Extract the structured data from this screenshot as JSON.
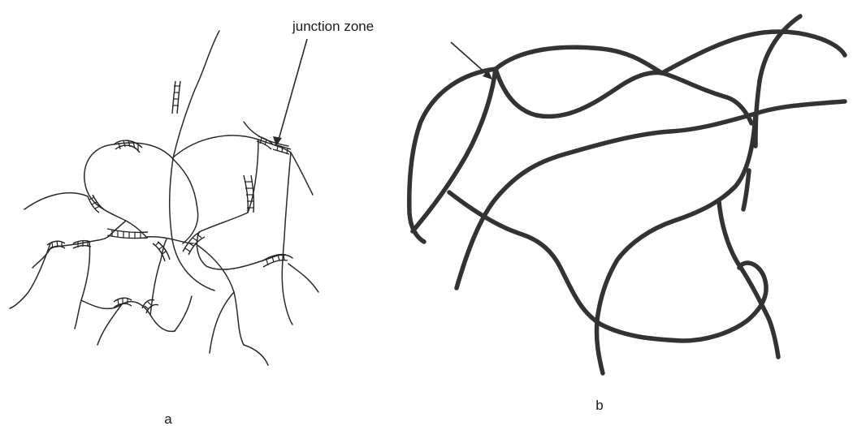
{
  "figure": {
    "annotation_label": "junction zone",
    "panel_a_label": "a",
    "panel_b_label": "b"
  }
}
